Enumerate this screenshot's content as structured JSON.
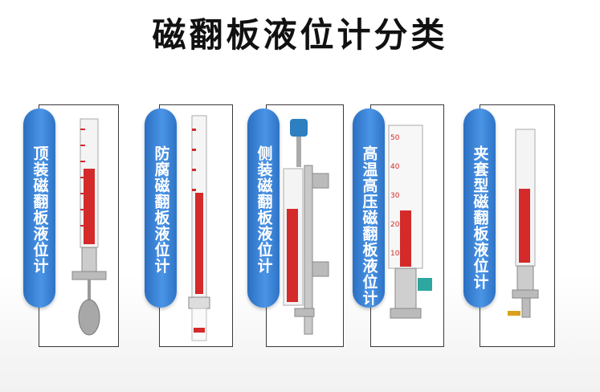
{
  "title": "磁翻板液位计分类",
  "categories": [
    {
      "label": "顶装磁翻板液位计"
    },
    {
      "label": "防腐磁翻板液位计"
    },
    {
      "label": "侧装磁翻板液位计"
    },
    {
      "label": "高温高压磁翻板液位计"
    },
    {
      "label": "夹套型磁翻板液位计"
    }
  ],
  "scale_marks": [
    "50",
    "40",
    "30",
    "20",
    "10"
  ],
  "colors": {
    "pill": "#3a86dc",
    "scale_red": "#d42a2a",
    "card_border": "#3a3a3a"
  }
}
